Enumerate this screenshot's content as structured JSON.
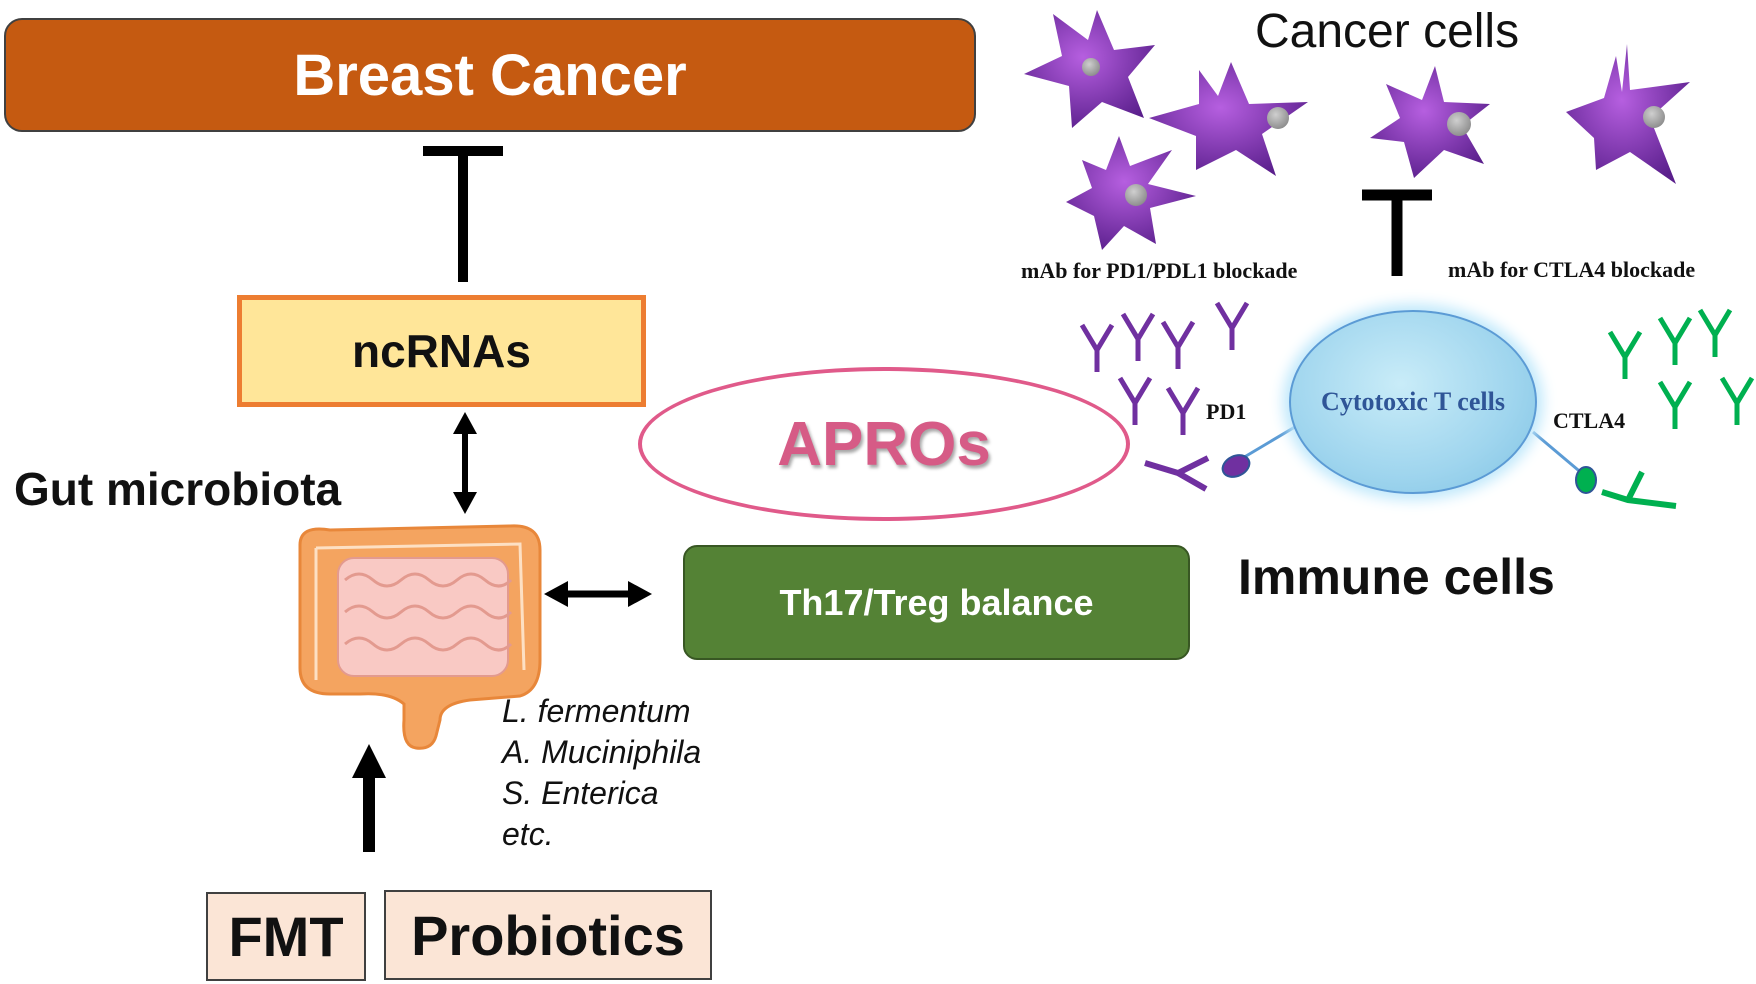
{
  "boxes": {
    "breast_cancer": "Breast Cancer",
    "ncrnas": "ncRNAs",
    "th17_treg": "Th17/Treg balance",
    "fmt": "FMT",
    "probiotics": "Probiotics",
    "apros": "APROs"
  },
  "labels": {
    "gut_microbiota": "Gut microbiota",
    "cancer_cells": "Cancer cells",
    "immune_cells": "Immune cells",
    "mab_pd1": "mAb for PD1/PDL1 blockade",
    "mab_ctla4": "mAb for CTLA4 blockade",
    "pd1": "PD1",
    "ctla4": "CTLA4",
    "cytotoxic_t_cells": "Cytotoxic T cells"
  },
  "bacteria": [
    "L. fermentum",
    "A.  Muciniphila",
    "S. Enterica",
    "etc."
  ],
  "colors": {
    "breast_cancer": "#c55a11",
    "ncrna_fill": "#ffe699",
    "ncrna_border": "#ed7d31",
    "th17": "#548235",
    "fmt_fill": "#fbe5d6",
    "apros_border": "#e05a8a",
    "cancer_cell": "#7030a0",
    "pd1_antibody": "#7030a0",
    "ctla4_antibody": "#00b050",
    "t_cell": "#9fd5ee",
    "intestine": "#f4a460"
  }
}
